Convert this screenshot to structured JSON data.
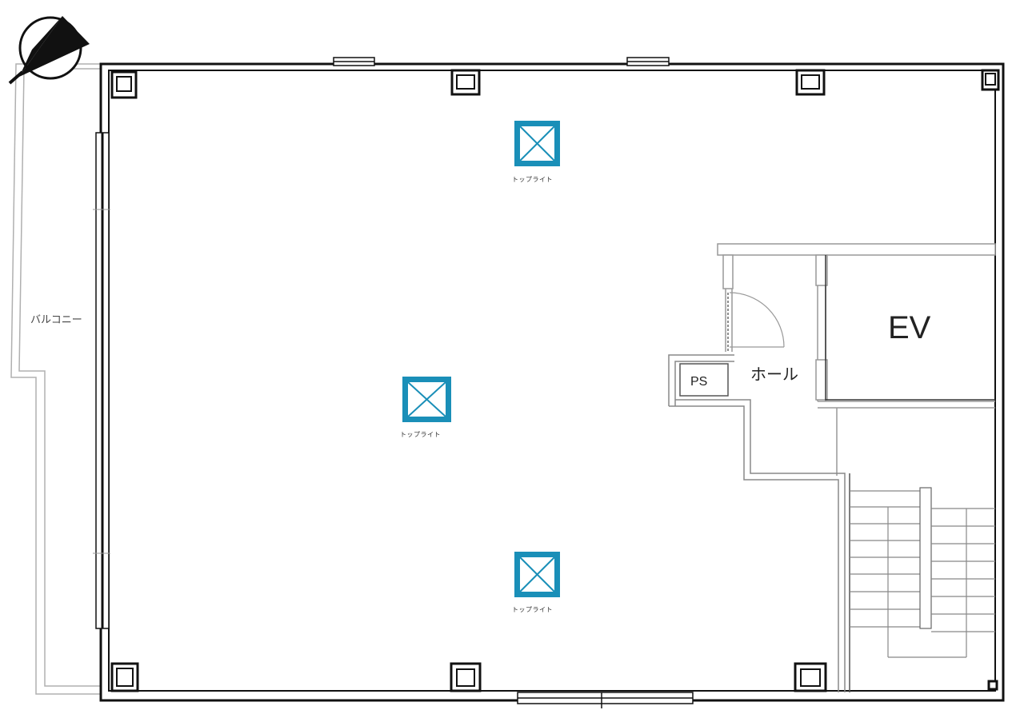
{
  "floor_plan": {
    "rooms": {
      "balcony": "バルコニー",
      "elevator": "EV",
      "hall": "ホール",
      "pipe_space": "PS"
    },
    "skylights": [
      {
        "label": "トップライト"
      },
      {
        "label": "トップライト"
      },
      {
        "label": "トップライト"
      }
    ],
    "north_arrow": "north-arrow-icon",
    "colors": {
      "skylight": "#1a8fb8",
      "wall": "#111111",
      "balcony_line": "#aaaaaa"
    }
  }
}
